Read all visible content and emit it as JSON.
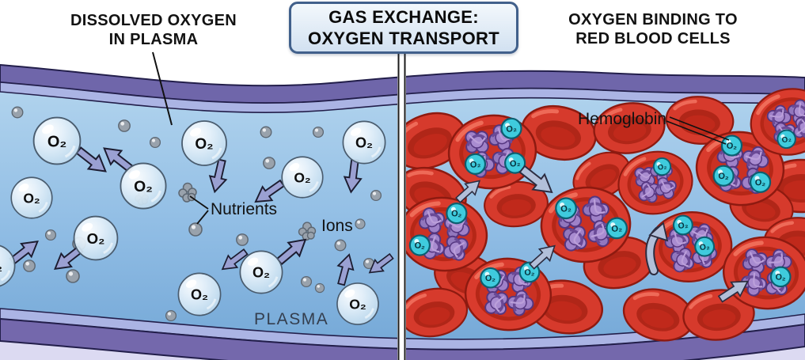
{
  "diagram_title": {
    "line1": "GAS EXCHANGE:",
    "line2": "OXYGEN TRANSPORT"
  },
  "left_panel": {
    "heading": {
      "line1": "DISSOLVED OXYGEN",
      "line2": "IN PLASMA"
    },
    "labels": {
      "nutrients": "Nutrients",
      "ions": "Ions",
      "plasma": "PLASMA"
    },
    "o2_molecule_label": "O₂",
    "scene": {
      "o2_bubbles": 11,
      "solute_dots": 19,
      "nutrient_clumps": 3,
      "diffusion_arrows": 11
    }
  },
  "right_panel": {
    "heading": {
      "line1": "OXYGEN BINDING TO",
      "line2": "RED BLOOD CELLS"
    },
    "labels": {
      "hemoglobin": "Hemoglobin"
    },
    "o2_molecule_label": "O₂",
    "scene": {
      "red_blood_cells": 25,
      "cells_showing_hemoglobin": 9,
      "bound_o2_molecules": 17,
      "flow_arrows": 5
    }
  },
  "colors": {
    "plasma_top": "#b6d7ef",
    "plasma_bottom": "#6fa4d4",
    "vessel_wall_purple": "#6f66aa",
    "vessel_wall_light": "#abb4e4",
    "exterior_bottom": "#dcdaf2",
    "wall_outline": "#221e4a",
    "rbc_red": "#d93b2d",
    "rbc_shadow": "#8e1a10",
    "hemoglobin_purple": "#9f81c8",
    "oxygen_teal": "#3fcbdd",
    "solute_gray": "#99a2ac",
    "arrow_lavender": "#9aa0d2",
    "arrow_blue_gray": "#b2bfd9",
    "title_box_bg": "#e3eef8",
    "title_box_border": "#41608b"
  }
}
